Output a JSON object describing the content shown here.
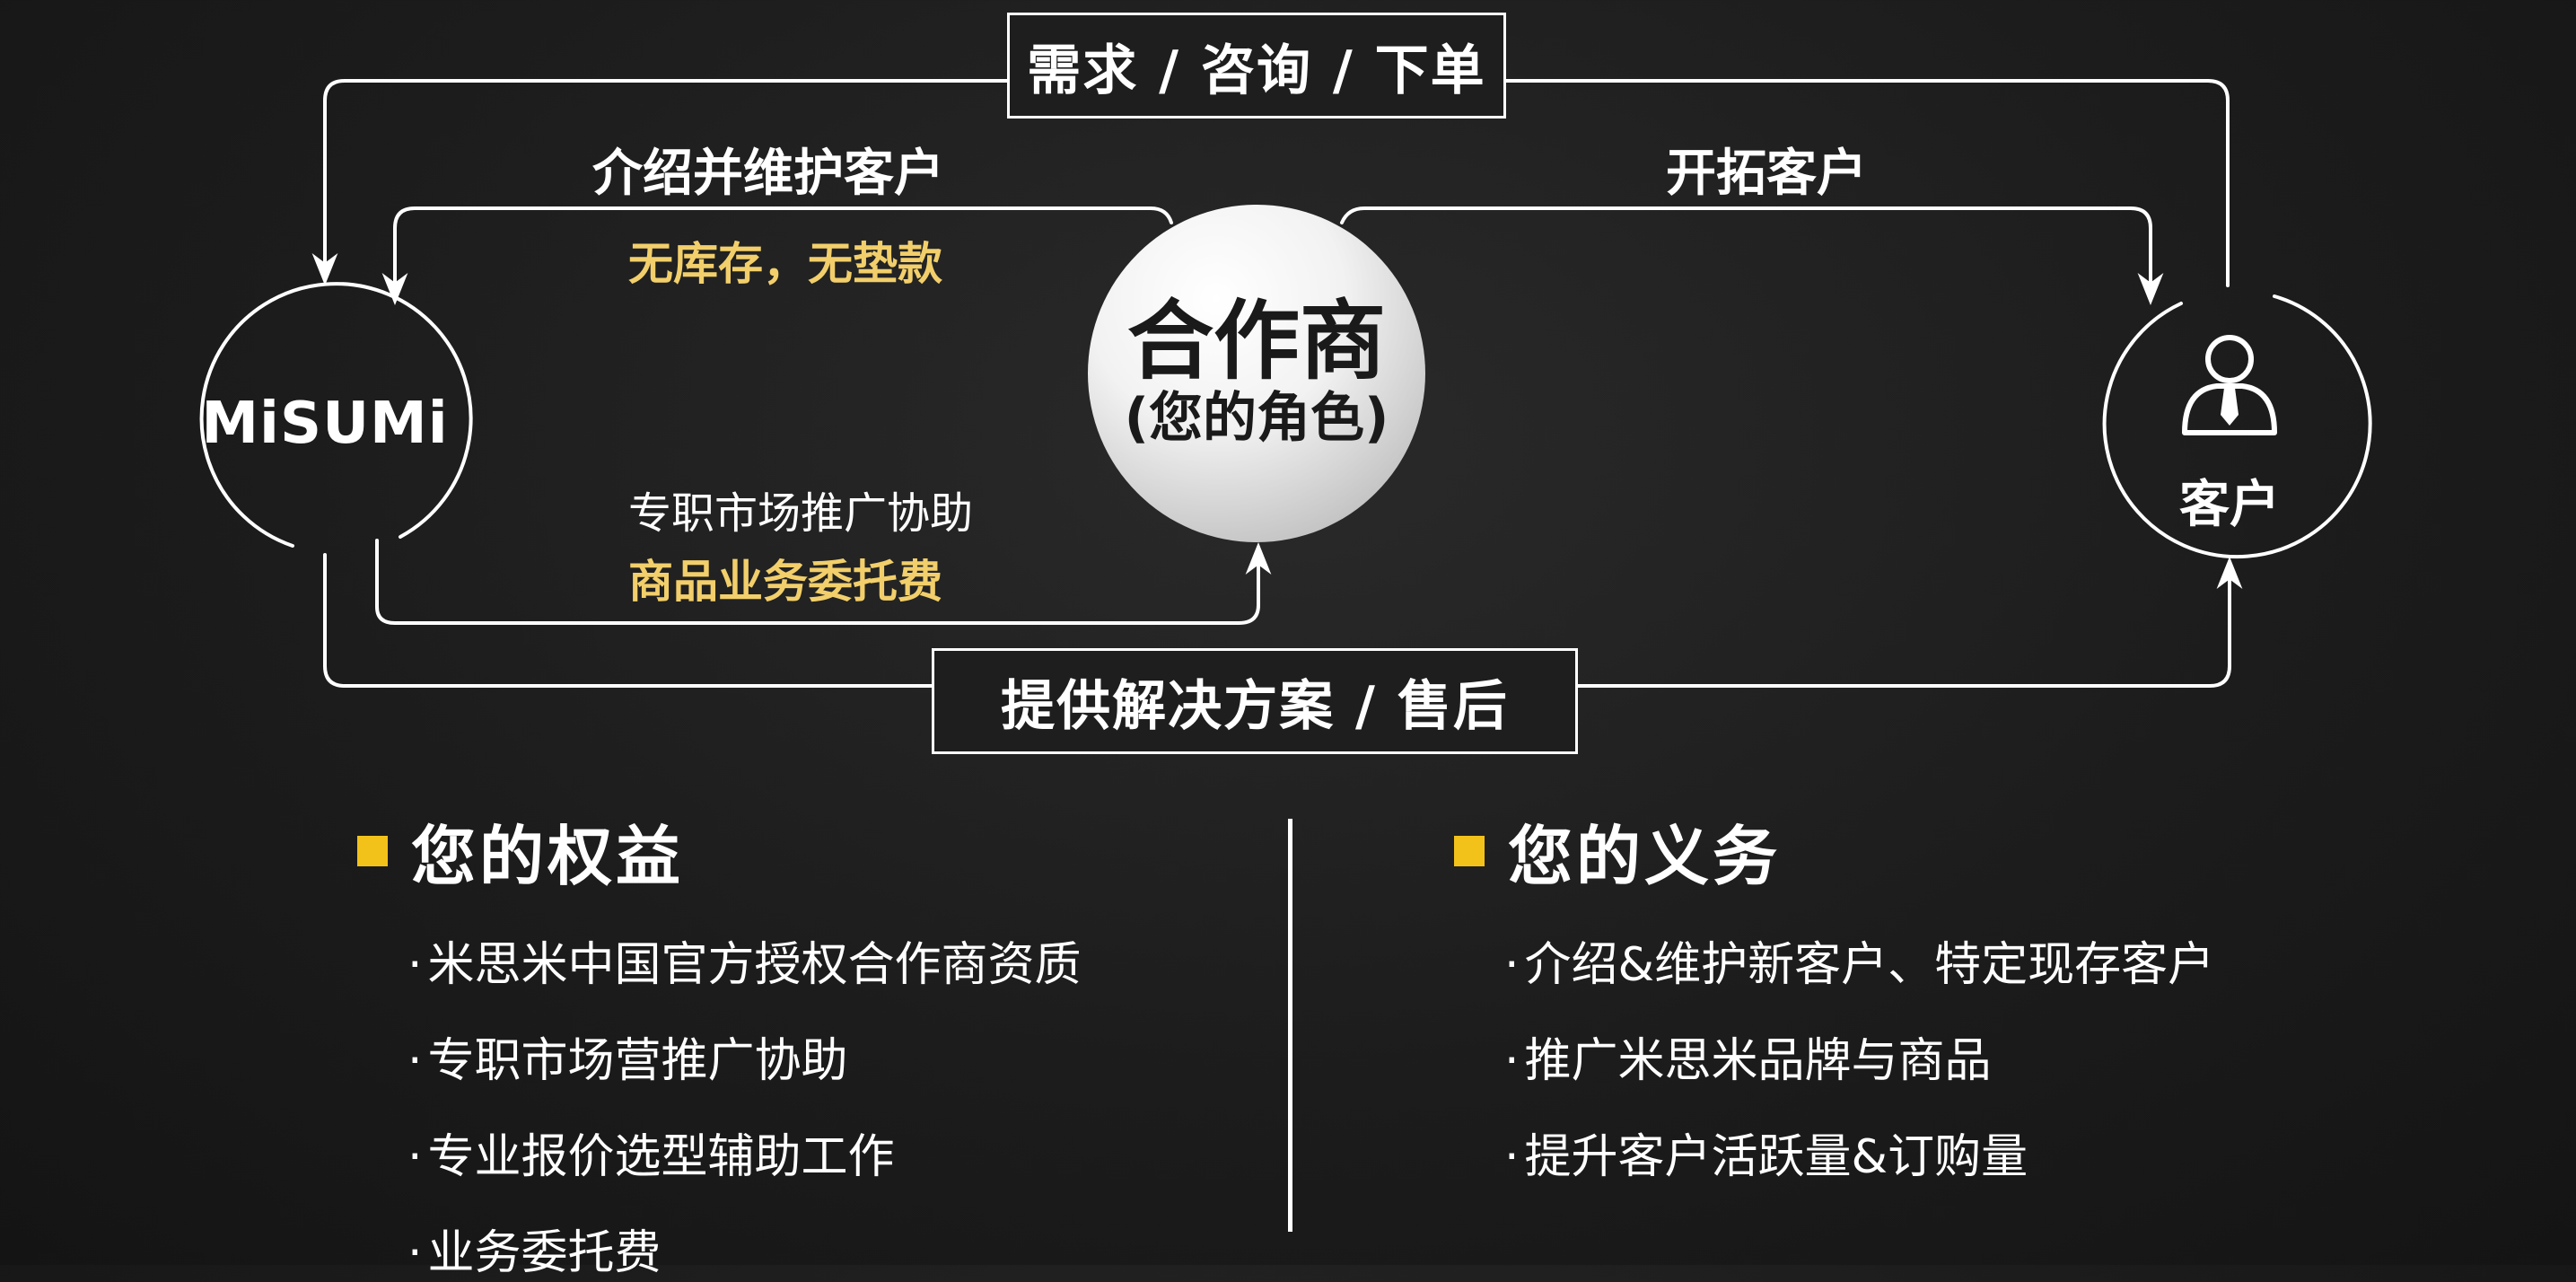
{
  "diagram": {
    "top_flow_label": "需求 / 咨询 / 下单",
    "bottom_flow_label": "提供解决方案 / 售后",
    "left_top_label": "介绍并维护客户",
    "left_top_note": "无库存，无垫款",
    "left_bottom_label": "专职市场推广协助",
    "left_bottom_note": "商品业务委托费",
    "right_top_label": "开拓客户",
    "nodes": {
      "misumi": "MiSUMi",
      "partner_main": "合作商",
      "partner_sub": "(您的角色)",
      "customer": "客户",
      "customer_icon": "person-tie-icon"
    }
  },
  "benefits": {
    "title": "您的权益",
    "items": [
      "米思米中国官方授权合作商资质",
      "专职市场营推广协助",
      "专业报价选型辅助工作",
      "业务委托费"
    ]
  },
  "obligations": {
    "title": "您的义务",
    "items": [
      "介绍&维护新客户、特定现存客户",
      "推广米思米品牌与商品",
      "提升客户活跃量&订购量"
    ]
  },
  "colors": {
    "background": "#1c1c1c",
    "accent_yellow": "#f2c21a",
    "note_gold": "#f2cf6b",
    "line": "#ffffff"
  },
  "bullet": "·"
}
